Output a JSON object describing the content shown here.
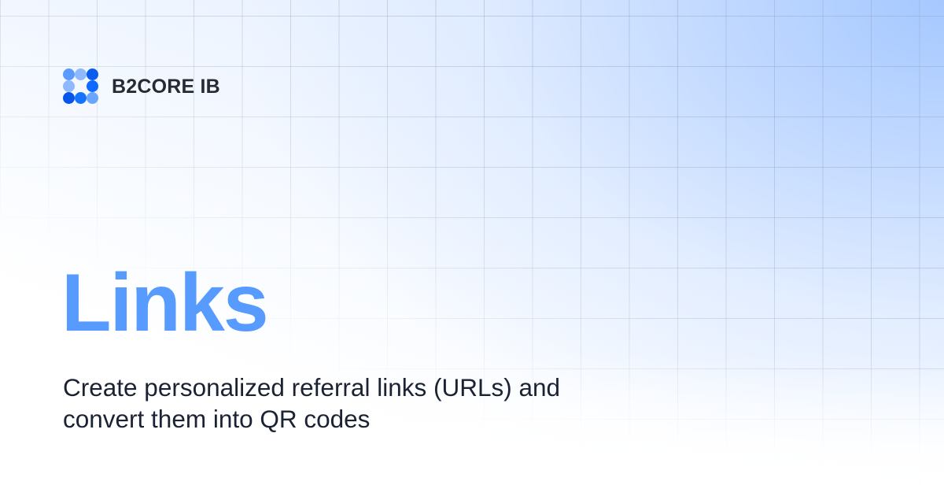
{
  "brand": {
    "name": "B2CORE IB",
    "logo_icon": "dot-grid-logo-icon",
    "logo_dots": [
      {
        "color": "#5a9bff"
      },
      {
        "color": "#8fb9ff"
      },
      {
        "color": "#0a5cf0"
      },
      {
        "color": "#8fb9ff"
      },
      {
        "color": "transparent"
      },
      {
        "color": "#0f6bff"
      },
      {
        "color": "#0656ec"
      },
      {
        "color": "#1574ff"
      },
      {
        "color": "#6aa6ff"
      }
    ]
  },
  "hero": {
    "title": "Links",
    "title_color": "#579bff",
    "subtitle_line1": "Create personalized referral links (URLs) and",
    "subtitle_line2": "convert them into QR codes"
  }
}
